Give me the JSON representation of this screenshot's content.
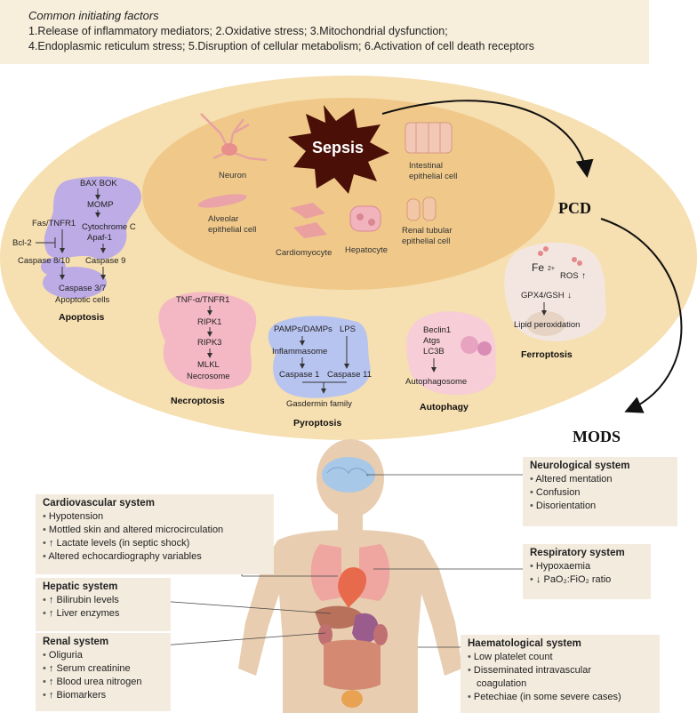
{
  "initiating_factors": {
    "title": "Common initiating factors",
    "line1": "1.Release of inflammatory mediators; 2.Oxidative stress; 3.Mitochondrial dysfunction;",
    "line2": "4.Endoplasmic reticulum stress; 5.Disruption of cellular metabolism; 6.Activation of cell death receptors"
  },
  "sepsis": {
    "title": "Sepsis",
    "cells": {
      "neuron": "Neuron",
      "intestinal_1": "Intestinal",
      "intestinal_2": "epithelial cell",
      "alveolar_1": "Alveolar",
      "alveolar_2": "epithelial cell",
      "cardiomyocyte": "Cardiomyocyte",
      "hepatocyte": "Hepatocyte",
      "renal_1": "Renal tubular",
      "renal_2": "epithelial cell"
    }
  },
  "pcd_label": "PCD",
  "mods_label": "MODS",
  "apoptosis": {
    "bax": "BAX BOK",
    "momp": "MOMP",
    "fas": "Fas/TNFR1",
    "cytc": "Cytochrome C",
    "apaf": "Apaf-1",
    "bcl": "Bcl-2",
    "casp810": "Caspase 8/10",
    "casp9": "Caspase 9",
    "casp37": "Caspase 3/7",
    "cells": "Apoptotic cells",
    "title": "Apoptosis"
  },
  "necroptosis": {
    "tnf": "TNF-α/TNFR1",
    "ripk1": "RIPK1",
    "ripk3": "RIPK3",
    "mlkl": "MLKL",
    "necrosome": "Necrosome",
    "title": "Necroptosis"
  },
  "pyroptosis": {
    "pamps": "PAMPs/DAMPs",
    "lps": "LPS",
    "inflammasome": "Inflammasome",
    "casp1": "Caspase 1",
    "casp11": "Caspase 11",
    "gasdermin": "Gasdermin family",
    "title": "Pyroptosis"
  },
  "autophagy": {
    "beclin": "Beclin1",
    "atgs": "Atgs",
    "lc3b": "LC3B",
    "autophagosome": "Autophagosome",
    "title": "Autophagy"
  },
  "ferroptosis": {
    "fe": "Fe",
    "fe_sup": "2+",
    "ros": "ROS",
    "gpx": "GPX4/GSH",
    "lipid": "Lipid peroxidation",
    "title": "Ferroptosis"
  },
  "systems": {
    "neurological": {
      "title": "Neurological system",
      "items": [
        "Altered mentation",
        "Confusion",
        "Disorientation"
      ]
    },
    "cardiovascular": {
      "title": "Cardiovascular system",
      "items": [
        "Hypotension",
        "Mottled skin and altered microcirculation",
        "↑ Lactate levels (in septic shock)",
        "Altered echocardiography variables"
      ]
    },
    "respiratory": {
      "title": "Respiratory system",
      "items": [
        "Hypoxaemia",
        "↓ PaO₂:FiO₂ ratio"
      ]
    },
    "hepatic": {
      "title": "Hepatic system",
      "items": [
        "↑ Bilirubin levels",
        "↑ Liver enzymes"
      ]
    },
    "renal": {
      "title": "Renal system",
      "items": [
        "Oliguria",
        "↑ Serum creatinine",
        "↑ Blood urea nitrogen",
        "↑ Biomarkers"
      ]
    },
    "haematological": {
      "title": "Haematological system",
      "items": [
        "Low platelet count",
        "Disseminated intravascular",
        "coagulation",
        "Petechiae (in some severe cases)"
      ]
    }
  },
  "colors": {
    "outer_ellipse": "#f6dfb0",
    "inner_ellipse": "#f0c98a",
    "sepsis_star": "#4a1008",
    "box_bg": "#f3ebde",
    "apoptosis_cell": "#b9a9e8",
    "necroptosis_cell": "#f4b8c4",
    "pyroptosis_cell": "#b8c4f0",
    "autophagy_cell": "#f7cdd8",
    "ferroptosis_cell": "#f3e6e0"
  }
}
